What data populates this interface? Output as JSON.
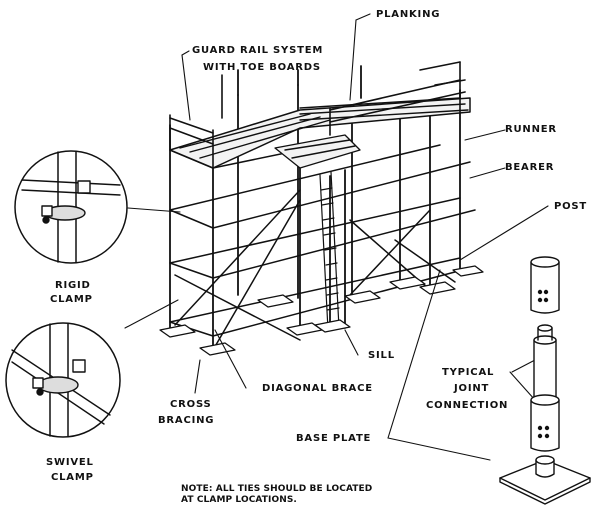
{
  "labels": {
    "planking": "PLANKING",
    "guard_rail_line1": "GUARD RAIL SYSTEM",
    "guard_rail_line2": "WITH TOE BOARDS",
    "runner": "RUNNER",
    "bearer": "BEARER",
    "post": "POST",
    "rigid_clamp_line1": "RIGID",
    "rigid_clamp_line2": "CLAMP",
    "swivel_clamp_line1": "SWIVEL",
    "swivel_clamp_line2": "CLAMP",
    "cross_bracing_line1": "CROSS",
    "cross_bracing_line2": "BRACING",
    "diagonal_brace": "DIAGONAL BRACE",
    "sill": "SILL",
    "typical_joint_line1": "TYPICAL",
    "typical_joint_line2": "JOINT",
    "typical_joint_line3": "CONNECTION",
    "base_plate": "BASE PLATE"
  },
  "note": {
    "line1": "NOTE: ALL TIES SHOULD BE LOCATED",
    "line2": "AT CLAMP LOCATIONS."
  }
}
